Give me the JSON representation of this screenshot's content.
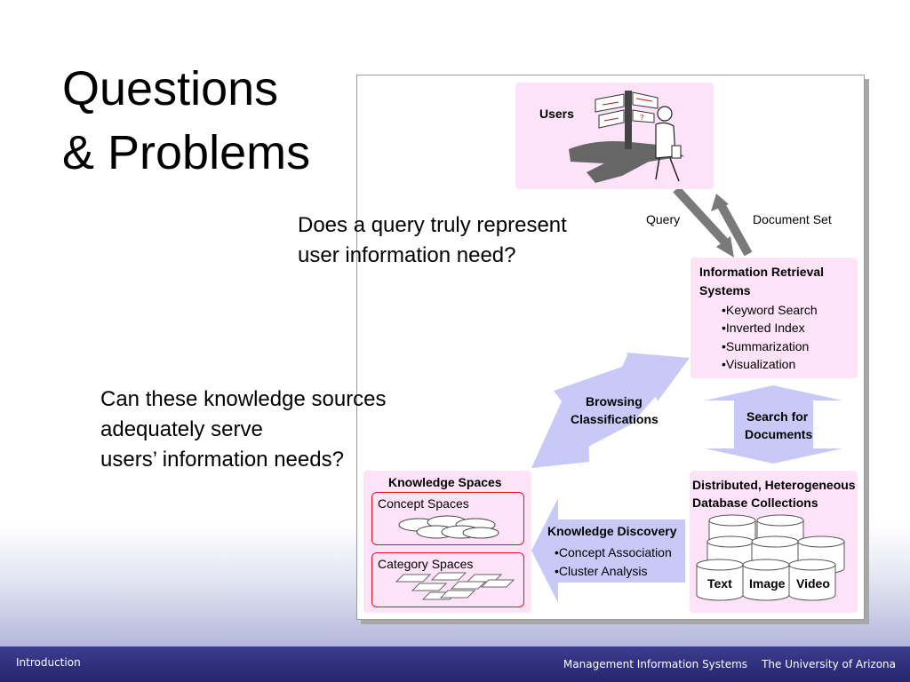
{
  "title": {
    "line1": "Questions",
    "line2": "& Problems"
  },
  "questions": {
    "q1": {
      "line1": "Does a query truly represent",
      "line2": "user information need?"
    },
    "q2": {
      "line1": "Can these knowledge sources",
      "line2": "adequately serve",
      "line3": "users’ information needs?"
    }
  },
  "diagram": {
    "users": {
      "label": "Users"
    },
    "query_label": "Query",
    "document_set_label": "Document Set",
    "ir": {
      "title_line1": "Information Retrieval",
      "title_line2": "Systems",
      "items": [
        "•Keyword Search",
        "•Inverted Index",
        "•Summarization",
        "•Visualization"
      ]
    },
    "browsing": {
      "line1": "Browsing",
      "line2": "Classifications"
    },
    "search": {
      "line1": "Search for",
      "line2": "Documents"
    },
    "knowledge_spaces": {
      "title": "Knowledge Spaces",
      "concept_spaces": "Concept Spaces",
      "category_spaces": "Category Spaces"
    },
    "knowledge_discovery": {
      "title": "Knowledge Discovery",
      "items": [
        "•Concept Association",
        "•Cluster Analysis"
      ]
    },
    "databases": {
      "title_line1": "Distributed, Heterogeneous",
      "title_line2": "Database Collections",
      "cylinders": [
        "Text",
        "Image",
        "Video"
      ]
    },
    "signpost_symbol": "?"
  },
  "footer": {
    "left": "Introduction",
    "right_dept": "Management Information Systems",
    "right_univ": "The University of Arizona"
  },
  "colors": {
    "footer_bg": "#2c2e7a",
    "box_fill": "#fde3f7",
    "arrow_fill": "#c9c9f7",
    "inner_border": "#e0121a",
    "arrow_gray": "#7a7a7a"
  }
}
